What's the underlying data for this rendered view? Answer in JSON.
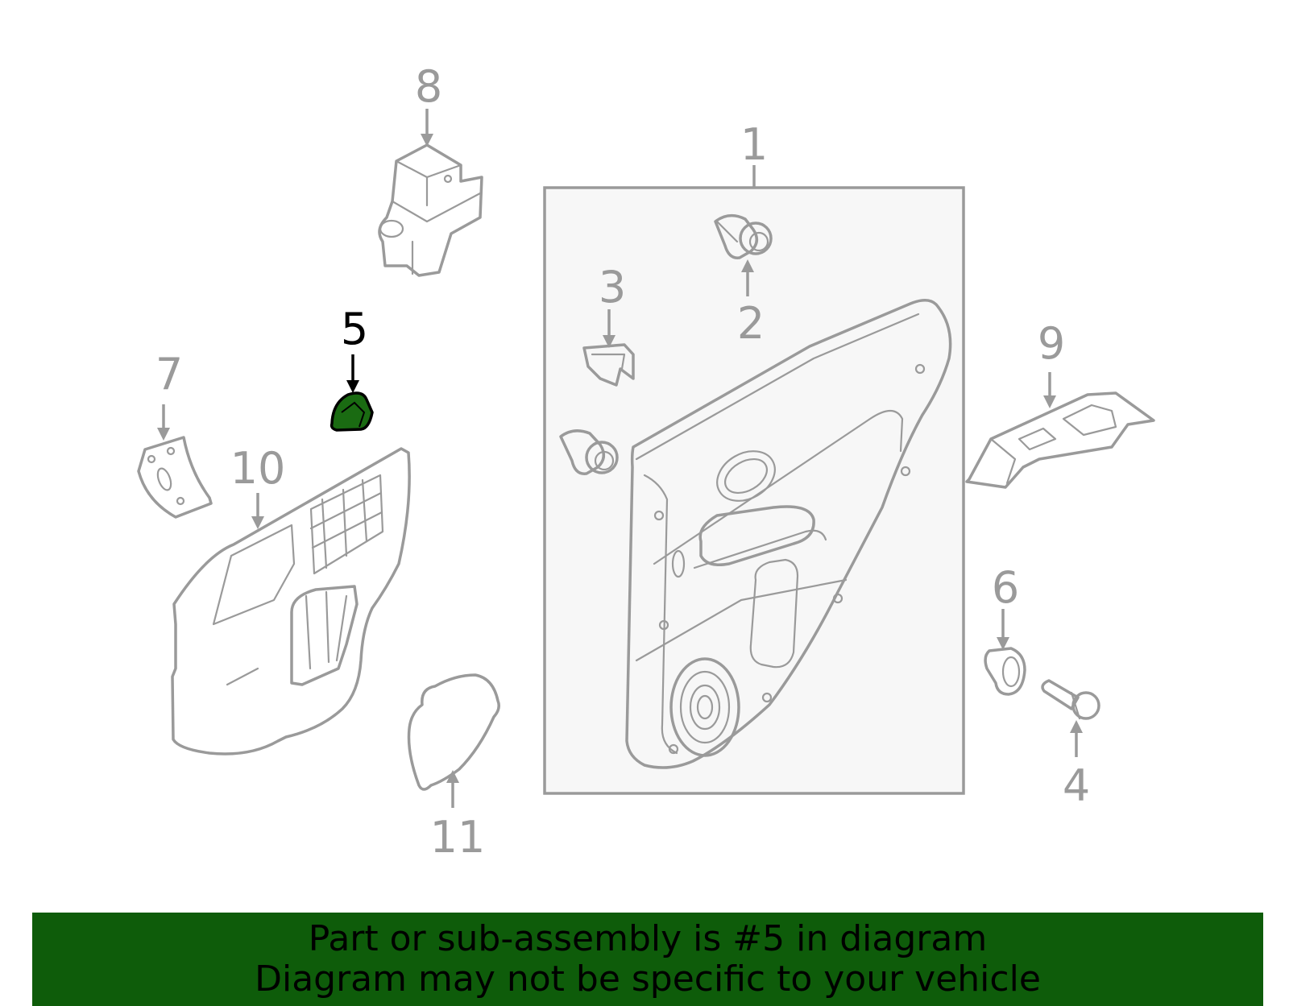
{
  "diagram": {
    "highlighted_part": "5",
    "highlight_color": "#1a6b12",
    "line_color": "#9a9a9a",
    "callouts": {
      "c1": "1",
      "c2": "2",
      "c3": "3",
      "c4": "4",
      "c5": "5",
      "c6": "6",
      "c7": "7",
      "c8": "8",
      "c9": "9",
      "c10": "10",
      "c11": "11"
    }
  },
  "banner": {
    "line1": "Part or sub-assembly is #5 in diagram",
    "line2": "Diagram may not be specific to your vehicle",
    "background": "#0e5c0a"
  }
}
